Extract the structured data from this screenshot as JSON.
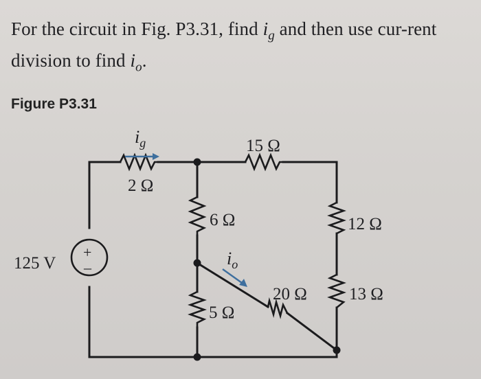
{
  "problem": {
    "text_part1": "For the circuit in Fig. P3.31, find ",
    "text_var1": "i",
    "text_var1_sub": "g",
    "text_part2": " and then use cur-rent division to find ",
    "text_var2": "i",
    "text_var2_sub": "o",
    "text_end": "."
  },
  "figure": {
    "label": "Figure P3.31",
    "components": {
      "source": "125 V",
      "source_plus": "+",
      "source_minus": "–",
      "r_series_top": "2 Ω",
      "r_top": "15 Ω",
      "r_left_upper": "6 Ω",
      "r_left_lower": "5 Ω",
      "r_diagonal": "20 Ω",
      "r_right_upper": "12 Ω",
      "r_right_lower": "13 Ω"
    },
    "currents": {
      "ig_symbol": "i",
      "ig_sub": "g",
      "io_symbol": "i",
      "io_sub": "o"
    },
    "colors": {
      "wire": "#1b1b1d",
      "current_arrow": "#3e6f9e"
    }
  }
}
